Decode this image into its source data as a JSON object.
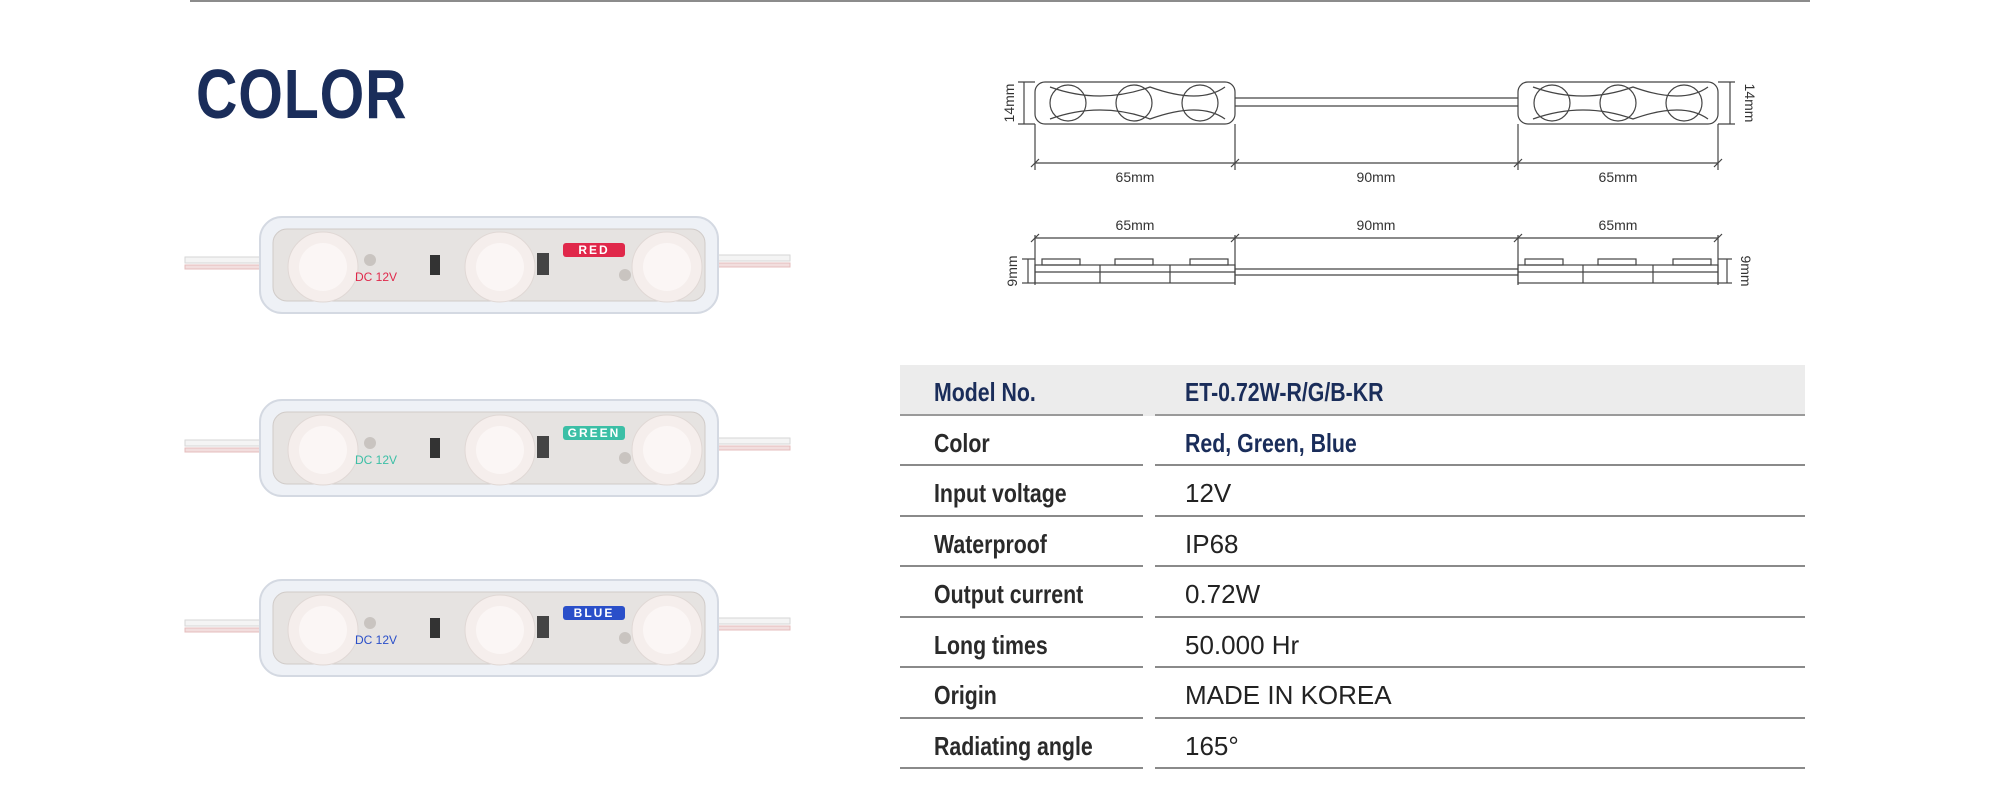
{
  "title": "COLOR",
  "colors": {
    "navy": "#1a2d5a",
    "red": "#e0284a",
    "green": "#3cbfa6",
    "blue": "#2a4fc9"
  },
  "modules": [
    {
      "label": "RED",
      "voltage": "DC 12V",
      "label_color": "#e0284a"
    },
    {
      "label": "GREEN",
      "voltage": "DC 12V",
      "label_color": "#3cbfa6"
    },
    {
      "label": "BLUE",
      "voltage": "DC 12V",
      "label_color": "#2a4fc9"
    }
  ],
  "drawing": {
    "top_view": {
      "height": "14mm",
      "module_length": "65mm",
      "spacing": "90mm"
    },
    "side_view": {
      "height": "9mm",
      "module_length": "65mm",
      "spacing": "90mm"
    }
  },
  "specs": {
    "header": {
      "label": "Model No.",
      "value": "ET-0.72W-R/G/B-KR"
    },
    "rows": [
      {
        "label": "Color",
        "value": "Red, Green, Blue"
      },
      {
        "label": "Input voltage",
        "value": "12V"
      },
      {
        "label": "Waterproof",
        "value": "IP68"
      },
      {
        "label": "Output current",
        "value": "0.72W"
      },
      {
        "label": "Long times",
        "value": "50.000 Hr"
      },
      {
        "label": "Origin",
        "value": "MADE IN KOREA"
      },
      {
        "label": "Radiating angle",
        "value": "165°"
      }
    ]
  }
}
